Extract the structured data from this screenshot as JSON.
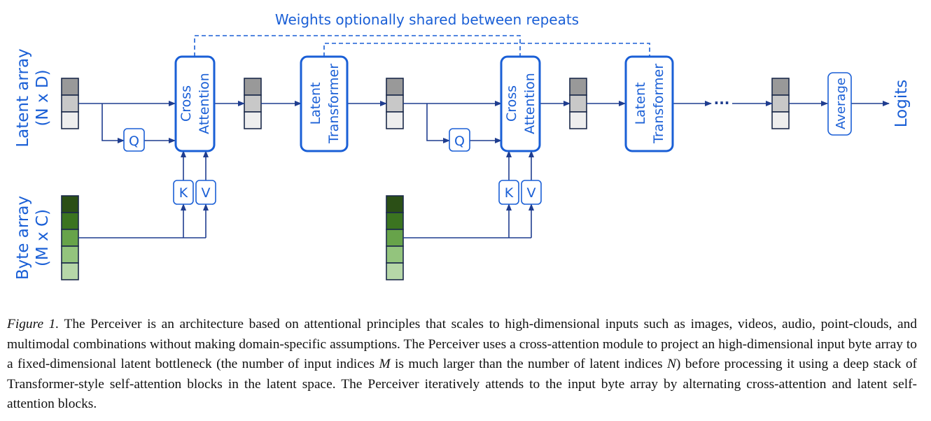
{
  "diagram": {
    "title_annotation": "Weights optionally shared between repeats",
    "inputs": {
      "latent_label_line1": "Latent array",
      "latent_label_line2": "(N x D)",
      "byte_label_line1": "Byte array",
      "byte_label_line2": "(M x C)"
    },
    "blocks": {
      "cross_attention_1": [
        "Cross",
        "Attention"
      ],
      "latent_transformer_1": [
        "Latent",
        "Transformer"
      ],
      "cross_attention_2": [
        "Cross",
        "Attention"
      ],
      "latent_transformer_2": [
        "Latent",
        "Transformer"
      ],
      "average": "Average"
    },
    "projections": {
      "q": "Q",
      "k": "K",
      "v": "V"
    },
    "ellipsis": "···",
    "output": "Logits",
    "colors": {
      "accent_blue": "#1a5fd6",
      "arrow_navy": "#1f3d8f",
      "latent_cells": [
        "#999999",
        "#c8c8c8",
        "#eeeeee"
      ],
      "byte_cells": [
        "#2b4f16",
        "#3b7420",
        "#67a34a",
        "#93c47d",
        "#b6d7a8"
      ]
    }
  },
  "caption": {
    "label": "Figure 1.",
    "text_part1": " The Perceiver is an architecture based on attentional principles that scales to high-dimensional inputs such as images, videos, audio, point-clouds, and multimodal combinations without making domain-specific assumptions. The Perceiver uses a cross-attention module to project an high-dimensional input byte array to a fixed-dimensional latent bottleneck (the number of input indices ",
    "var_m": "M",
    "text_part2": " is much larger than the number of latent indices ",
    "var_n": "N",
    "text_part3": ") before processing it using a deep stack of Transformer-style self-attention blocks in the latent space. The Perceiver iteratively attends to the input byte array by alternating cross-attention and latent self-attention blocks."
  }
}
